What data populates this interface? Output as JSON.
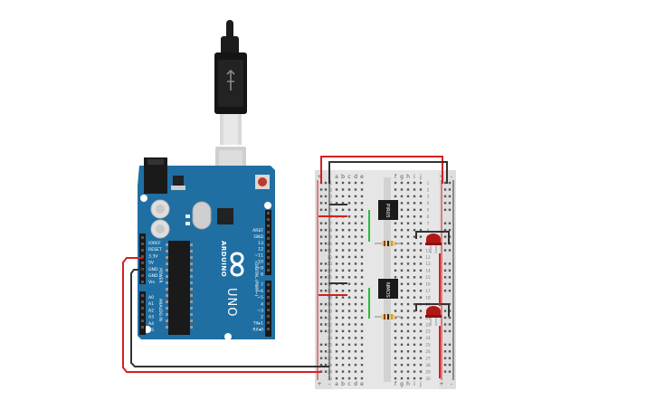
{
  "canvas": {
    "background": "#ffffff"
  },
  "arduino": {
    "brand": "ARDUINO",
    "model": "UNO",
    "color": "#1f6fa3",
    "power_header": [
      "IOREF",
      "RESET",
      "3.3V",
      "5V",
      "GND",
      "GND",
      "Vin"
    ],
    "power_title": "POWER",
    "analog_header": [
      "A0",
      "A1",
      "A2",
      "A3",
      "A4",
      "A5"
    ],
    "analog_title": "ANALOG IN",
    "digital_top": [
      "AREF",
      "GND",
      "13",
      "12",
      "~11",
      "~10",
      "~9",
      "8"
    ],
    "digital_bottom": [
      "7",
      "~6",
      "~5",
      "4",
      "~3",
      "2",
      "TX▸1",
      "RX◂0"
    ],
    "digital_title": "DIGITAL (PWM~)",
    "icons": [
      "usb-cable-icon",
      "reset-button-icon",
      "power-jack-icon",
      "infinity-logo-icon"
    ]
  },
  "breadboard": {
    "columns_left": [
      "a",
      "b",
      "c",
      "d",
      "e"
    ],
    "columns_right": [
      "f",
      "g",
      "h",
      "i",
      "j"
    ],
    "row_count": 30,
    "rail_plus": "+",
    "rail_minus": "-"
  },
  "components": {
    "sensor_top_label": "PIR05",
    "sensor_bottom_label": "NMOS",
    "led_color": "#b01818",
    "resistor_color": "#e8c68a"
  },
  "wire_colors": {
    "red": "#d42020",
    "black": "#333333",
    "green": "#2cbb3a"
  }
}
